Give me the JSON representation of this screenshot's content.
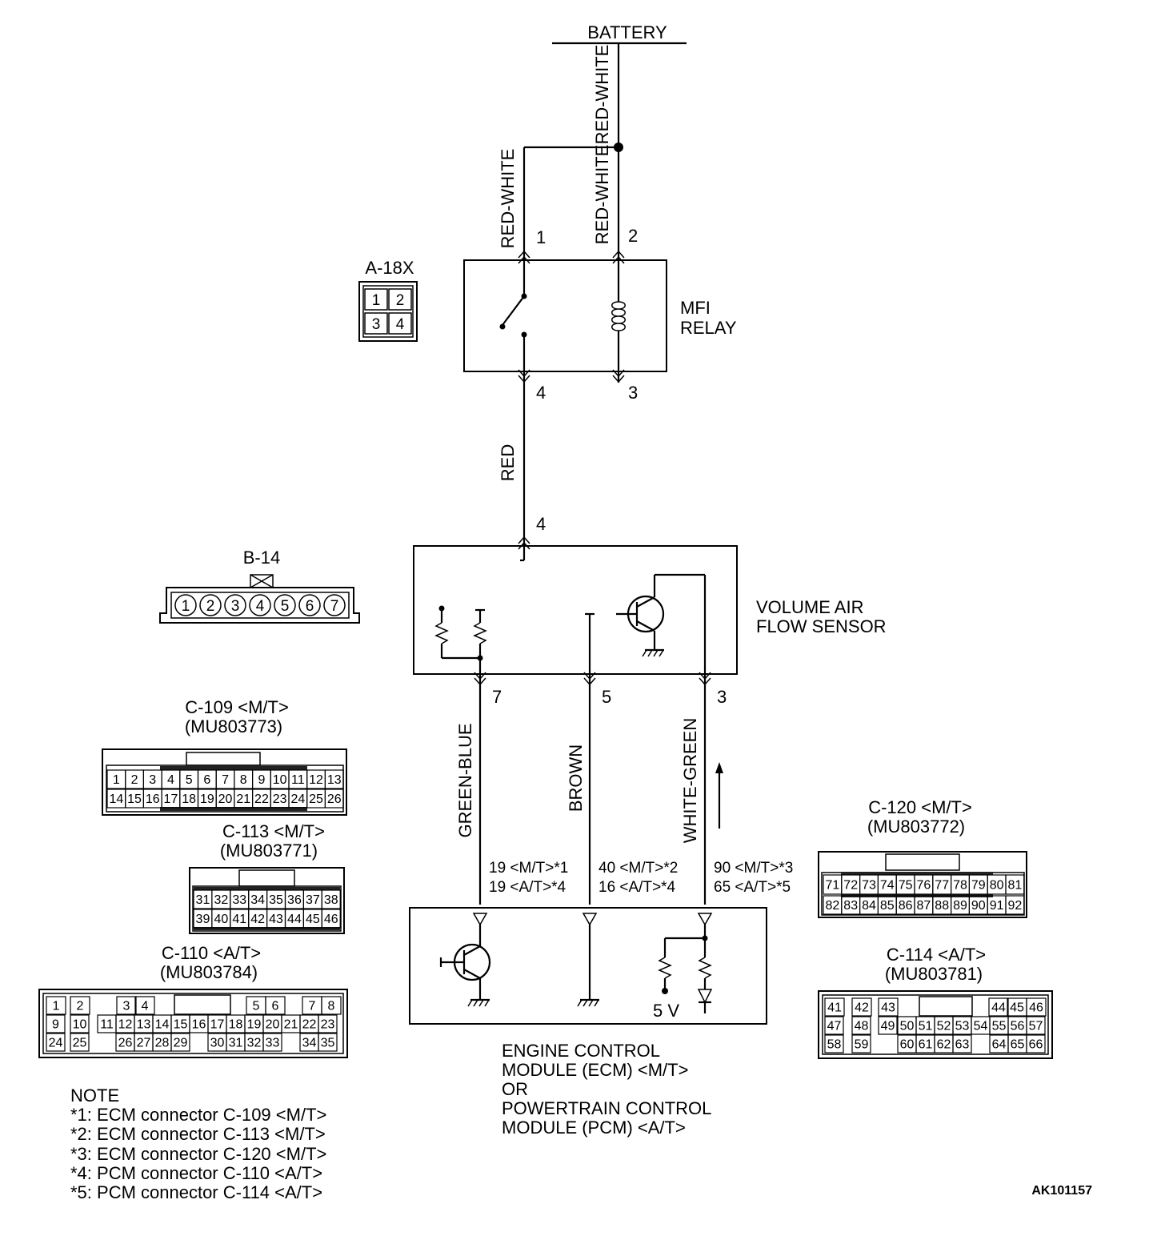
{
  "battery": "BATTERY",
  "wires": {
    "bat_main": "RED-WHITE",
    "relay_pin1": "RED-WHITE",
    "relay_pin2": "RED-WHITE",
    "relay_to_sensor": "RED",
    "sensor_pin7": "GREEN-BLUE",
    "sensor_pin5": "BROWN",
    "sensor_pin3": "WHITE-GREEN"
  },
  "relay": {
    "name_line1": "MFI",
    "name_line2": "RELAY",
    "pins": [
      "1",
      "2",
      "4",
      "3"
    ]
  },
  "sensor": {
    "name_line1": "VOLUME AIR",
    "name_line2": "FLOW SENSOR",
    "pins": [
      "4",
      "7",
      "5",
      "3"
    ]
  },
  "ecm_pins": [
    {
      "line1": "19 <M/T>*1",
      "line2": "19 <A/T>*4"
    },
    {
      "line1": "40 <M/T>*2",
      "line2": "16 <A/T>*4"
    },
    {
      "line1": "90 <M/T>*3",
      "line2": "65 <A/T>*5"
    }
  ],
  "ecm": {
    "voltage": "5 V",
    "name_lines": [
      "ENGINE CONTROL",
      "MODULE (ECM) <M/T>",
      "OR",
      "POWERTRAIN CONTROL",
      "MODULE (PCM) <A/T>"
    ]
  },
  "connectors": {
    "a18x": {
      "title": "A-18X",
      "pins": [
        "1",
        "2",
        "3",
        "4"
      ]
    },
    "b14": {
      "title": "B-14",
      "pins": [
        "1",
        "2",
        "3",
        "4",
        "5",
        "6",
        "7"
      ]
    },
    "c109": {
      "title": "C-109 <M/T>",
      "part": "(MU803773)",
      "row1": [
        "1",
        "2",
        "3",
        "4",
        "5",
        "6",
        "7",
        "8",
        "9",
        "10",
        "11",
        "12",
        "13"
      ],
      "row2": [
        "14",
        "15",
        "16",
        "17",
        "18",
        "19",
        "20",
        "21",
        "22",
        "23",
        "24",
        "25",
        "26"
      ]
    },
    "c113": {
      "title": "C-113 <M/T>",
      "part": "(MU803771)",
      "row1": [
        "31",
        "32",
        "33",
        "34",
        "35",
        "36",
        "37",
        "38"
      ],
      "row2": [
        "39",
        "40",
        "41",
        "42",
        "43",
        "44",
        "45",
        "46"
      ]
    },
    "c110": {
      "title": "C-110 <A/T>",
      "part": "(MU803784)",
      "row1": [
        "1",
        "2",
        "3",
        "4",
        "5",
        "6",
        "7",
        "8"
      ],
      "row2": [
        "9",
        "10",
        "11",
        "12",
        "13",
        "14",
        "15",
        "16",
        "17",
        "18",
        "19",
        "20",
        "21",
        "22",
        "23"
      ],
      "row3": [
        "24",
        "25",
        "26",
        "27",
        "28",
        "29",
        "30",
        "31",
        "32",
        "33",
        "34",
        "35"
      ]
    },
    "c120": {
      "title": "C-120 <M/T>",
      "part": "(MU803772)",
      "row1": [
        "71",
        "72",
        "73",
        "74",
        "75",
        "76",
        "77",
        "78",
        "79",
        "80",
        "81"
      ],
      "row2": [
        "82",
        "83",
        "84",
        "85",
        "86",
        "87",
        "88",
        "89",
        "90",
        "91",
        "92"
      ]
    },
    "c114": {
      "title": "C-114 <A/T>",
      "part": "(MU803781)",
      "row1": [
        "41",
        "42",
        "43",
        "44",
        "45",
        "46"
      ],
      "row2": [
        "47",
        "48",
        "49",
        "50",
        "51",
        "52",
        "53",
        "54",
        "55",
        "56",
        "57"
      ],
      "row3": [
        "58",
        "59",
        "60",
        "61",
        "62",
        "63",
        "64",
        "65",
        "66"
      ]
    }
  },
  "notes": {
    "title": "NOTE",
    "items": [
      "*1: ECM connector C-109 <M/T>",
      "*2: ECM connector C-113 <M/T>",
      "*3: ECM connector C-120 <M/T>",
      "*4: PCM connector C-110 <A/T>",
      "*5: PCM connector C-114 <A/T>"
    ]
  },
  "figure_id": "AK101157"
}
